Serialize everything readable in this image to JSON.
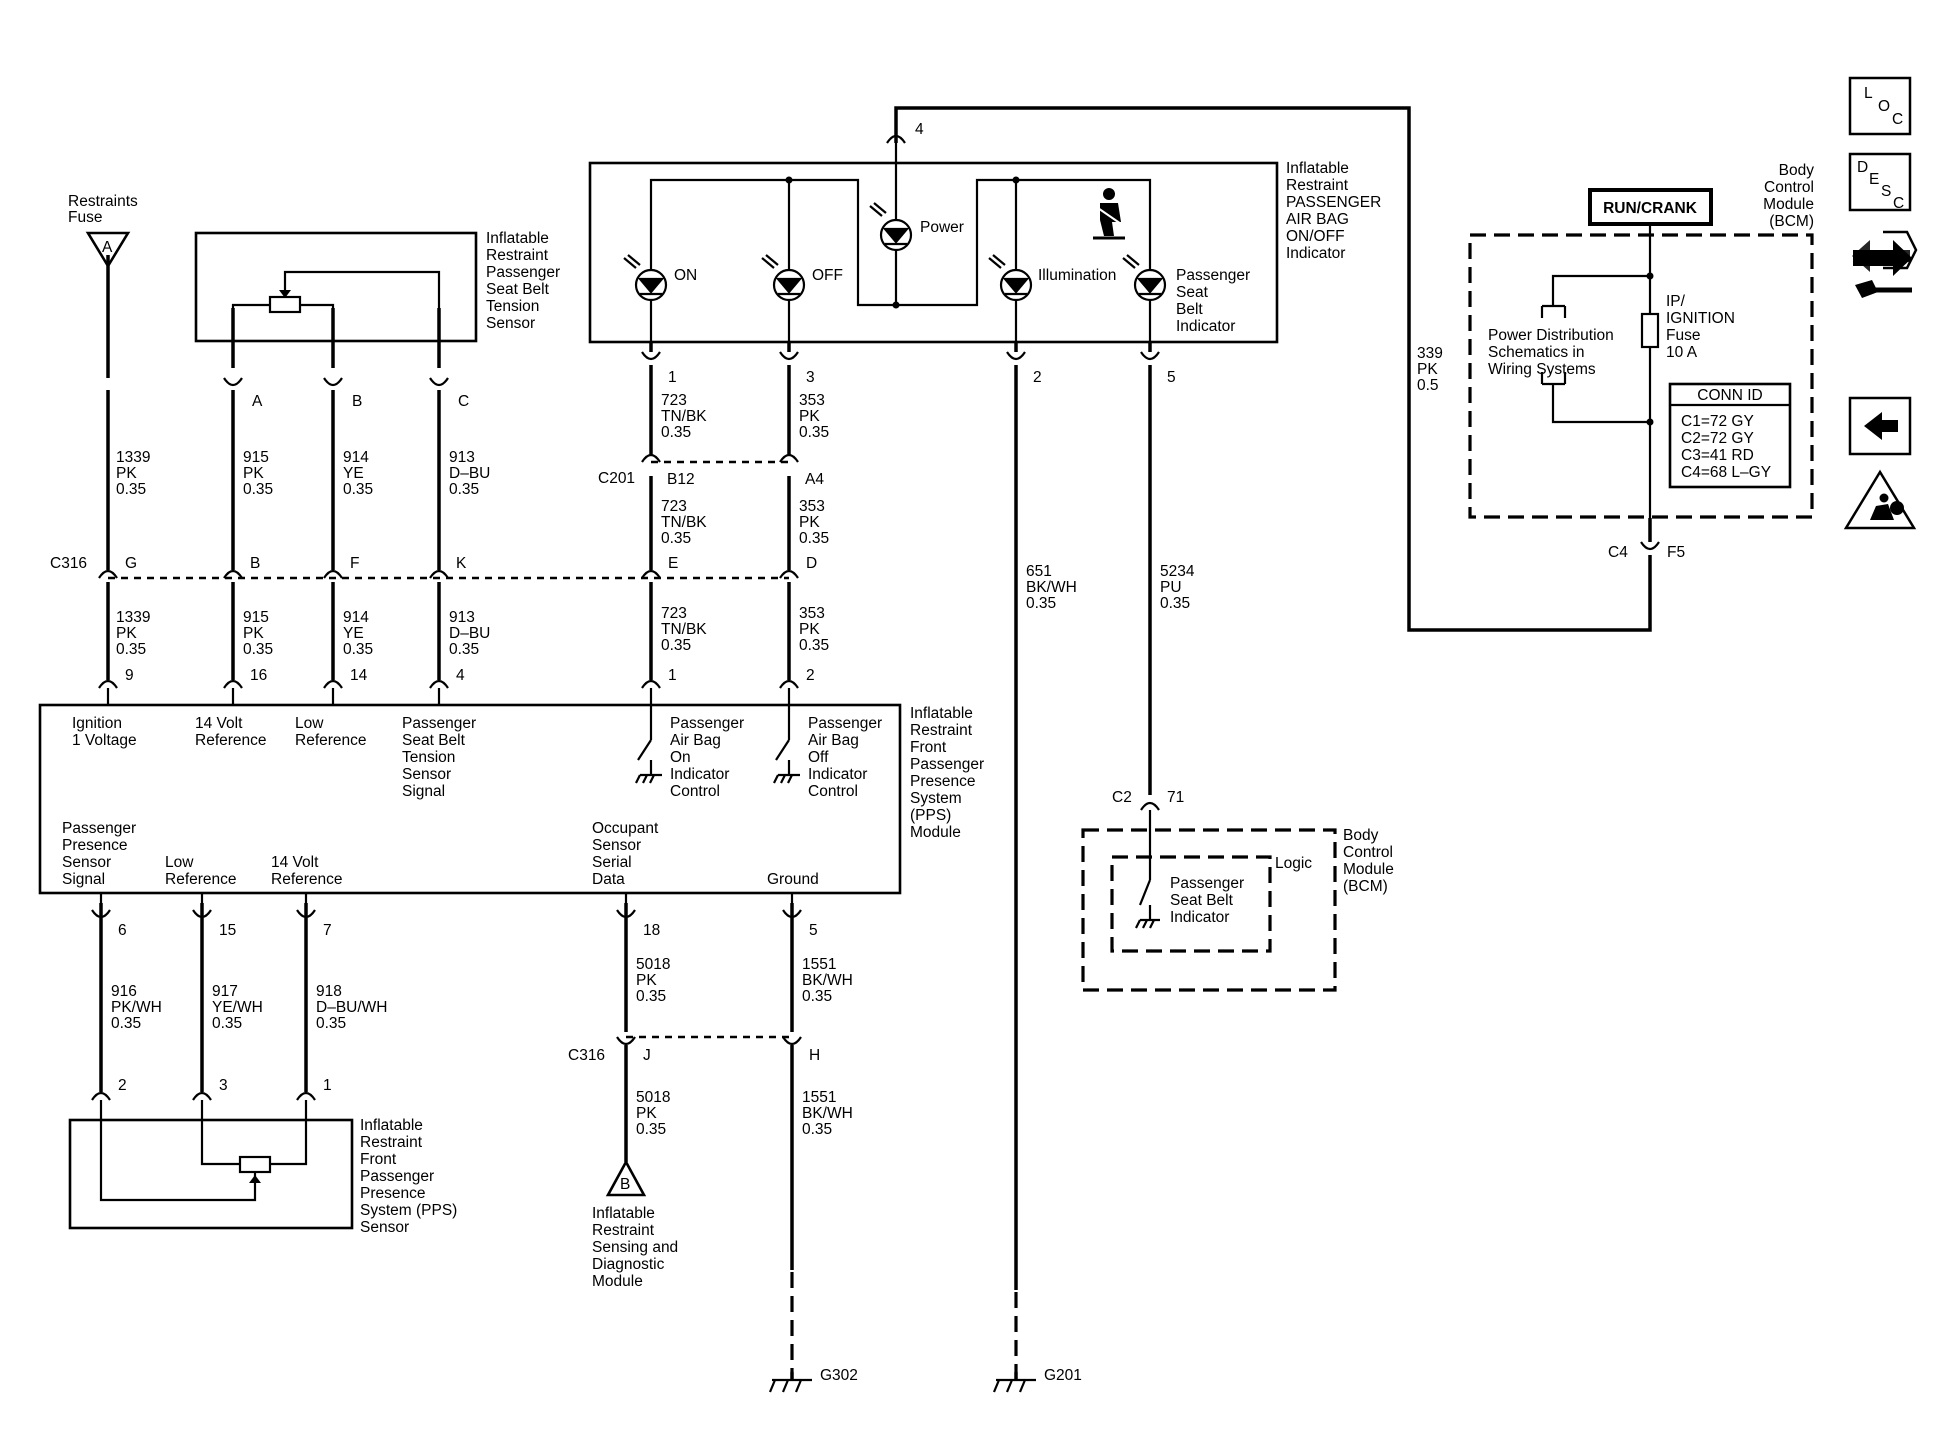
{
  "components": {
    "fuse_a": {
      "lines": [
        "Restraints",
        "Fuse"
      ],
      "letter": "A"
    },
    "tension_sensor": {
      "lines": [
        "Inflatable",
        "Restraint",
        "Passenger",
        "Seat Belt",
        "Tension",
        "Sensor"
      ]
    },
    "indicator": {
      "lines": [
        "Inflatable",
        "Restraint",
        "PASSENGER",
        "AIR BAG",
        "ON/OFF",
        "Indicator"
      ],
      "leds": {
        "on": "ON",
        "off": "OFF",
        "power": "Power",
        "illumination": "Illumination",
        "psb": [
          "Passenger",
          "Seat",
          "Belt",
          "Indicator"
        ]
      }
    },
    "bcm_top": {
      "lines": [
        "Body",
        "Control",
        "Module",
        "(BCM)"
      ],
      "run_crank": "RUN/CRANK",
      "pd_text": [
        "Power Distribution",
        "Schematics in",
        "Wiring Systems"
      ],
      "fuse": [
        "IP/",
        "IGNITION",
        "Fuse",
        "10 A"
      ],
      "conn_id_title": "CONN ID",
      "conn_ids": [
        "C1=72 GY",
        "C2=72 GY",
        "C3=41 RD",
        "C4=68 L–GY"
      ]
    },
    "pps_module": {
      "lines": [
        "Inflatable",
        "Restraint",
        "Front",
        "Passenger",
        "Presence",
        "System",
        "(PPS)",
        "Module"
      ],
      "signals_top": {
        "ign": [
          "Ignition",
          "1 Voltage"
        ],
        "ref14": [
          "14 Volt",
          "Reference"
        ],
        "lowref": [
          "Low",
          "Reference"
        ],
        "pst": [
          "Passenger",
          "Seat Belt",
          "Tension",
          "Sensor",
          "Signal"
        ],
        "on_ctrl": [
          "Passenger",
          "Air Bag",
          "On",
          "Indicator",
          "Control"
        ],
        "off_ctrl": [
          "Passenger",
          "Air Bag",
          "Off",
          "Indicator",
          "Control"
        ]
      },
      "signals_bottom": {
        "pps_sig": [
          "Passenger",
          "Presence",
          "Sensor",
          "Signal"
        ],
        "lowref": [
          "Low",
          "Reference"
        ],
        "ref14": [
          "14 Volt",
          "Reference"
        ],
        "serial": [
          "Occupant",
          "Sensor",
          "Serial",
          "Data"
        ],
        "ground": "Ground"
      }
    },
    "bcm_bottom": {
      "lines": [
        "Body",
        "Control",
        "Module",
        "(BCM)"
      ],
      "logic": "Logic",
      "switch": [
        "Passenger",
        "Seat Belt",
        "Indicator"
      ]
    },
    "pps_sensor": {
      "lines": [
        "Inflatable",
        "Restraint",
        "Front",
        "Passenger",
        "Presence",
        "System (PPS)",
        "Sensor"
      ]
    },
    "sdm": {
      "letter": "B",
      "lines": [
        "Inflatable",
        "Restraint",
        "Sensing and",
        "Diagnostic",
        "Module"
      ]
    }
  },
  "connectors": {
    "c316": "C316",
    "c316b": "C316",
    "c201": "C201",
    "c2": "C2",
    "c4": "C4"
  },
  "grounds": {
    "g302": "G302",
    "g201": "G201"
  },
  "pins": {
    "ind4": "4",
    "ind1": "1",
    "ind3": "3",
    "ind2": "2",
    "ind5": "5",
    "tsA": "A",
    "tsB": "B",
    "tsC": "C",
    "c201_b12": "B12",
    "c201_a4": "A4",
    "c316_g": "G",
    "c316_b": "B",
    "c316_f": "F",
    "c316_k": "K",
    "c316_e": "E",
    "c316_d": "D",
    "pps9": "9",
    "pps16": "16",
    "pps14": "14",
    "pps4": "4",
    "pps1": "1",
    "pps2": "2",
    "pps6": "6",
    "pps15": "15",
    "pps7": "7",
    "pps18": "18",
    "pps5": "5",
    "c316_j": "J",
    "c316_h": "H",
    "sen2": "2",
    "sen3": "3",
    "sen1": "1",
    "c2_71": "71",
    "c4_f5": "F5"
  },
  "wires": {
    "w1339a": [
      "1339",
      "PK",
      "0.35"
    ],
    "w915a": [
      "915",
      "PK",
      "0.35"
    ],
    "w914a": [
      "914",
      "YE",
      "0.35"
    ],
    "w913a": [
      "913",
      "D–BU",
      "0.35"
    ],
    "w1339b": [
      "1339",
      "PK",
      "0.35"
    ],
    "w915b": [
      "915",
      "PK",
      "0.35"
    ],
    "w914b": [
      "914",
      "YE",
      "0.35"
    ],
    "w913b": [
      "913",
      "D–BU",
      "0.35"
    ],
    "w723a": [
      "723",
      "TN/BK",
      "0.35"
    ],
    "w353a": [
      "353",
      "PK",
      "0.35"
    ],
    "w723b": [
      "723",
      "TN/BK",
      "0.35"
    ],
    "w353b": [
      "353",
      "PK",
      "0.35"
    ],
    "w723c": [
      "723",
      "TN/BK",
      "0.35"
    ],
    "w353c": [
      "353",
      "PK",
      "0.35"
    ],
    "w651": [
      "651",
      "BK/WH",
      "0.35"
    ],
    "w5234": [
      "5234",
      "PU",
      "0.35"
    ],
    "w339": [
      "339",
      "PK",
      "0.5"
    ],
    "w916": [
      "916",
      "PK/WH",
      "0.35"
    ],
    "w917": [
      "917",
      "YE/WH",
      "0.35"
    ],
    "w918": [
      "918",
      "D–BU/WH",
      "0.35"
    ],
    "w5018a": [
      "5018",
      "PK",
      "0.35"
    ],
    "w1551a": [
      "1551",
      "BK/WH",
      "0.35"
    ],
    "w5018b": [
      "5018",
      "PK",
      "0.35"
    ],
    "w1551b": [
      "1551",
      "BK/WH",
      "0.35"
    ]
  },
  "sidebar": {
    "loc": [
      "L",
      "O",
      "C"
    ],
    "desc": [
      "D",
      "E",
      "S",
      "C"
    ],
    "connector_icon": "connector-end-view-icon",
    "back_icon": "back-arrow-icon",
    "warning_icon": "airbag-warning-icon"
  }
}
